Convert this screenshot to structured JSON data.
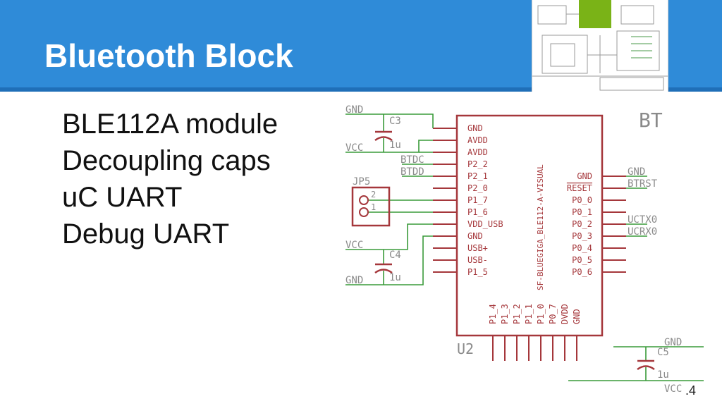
{
  "slide": {
    "title": "Bluetooth Block",
    "bullets": [
      "BLE112A module",
      "Decoupling caps",
      "uC UART",
      "Debug UART"
    ],
    "page_number": ".4"
  },
  "colors": {
    "header": "#2f8bd8",
    "header_rule": "#1f6fb8",
    "wire": "#3a9b3a",
    "part": "#a5373b",
    "label": "#8a8a8a",
    "thumb_accent": "#7ab317"
  },
  "schematic": {
    "module": {
      "name": "BT",
      "ref": "U2",
      "part": "SF-BLUEGIGA_BLE112-A-VISUAL",
      "left_pins": [
        "GND",
        "AVDD",
        "AVDD",
        "P2_2",
        "P2_1",
        "P2_0",
        "P1_7",
        "P1_6",
        "VDD_USB",
        "GND",
        "USB+",
        "USB-",
        "P1_5"
      ],
      "right_pins": [
        "GND",
        "RESET",
        "P0_0",
        "P0_1",
        "P0_2",
        "P0_3",
        "P0_4",
        "P0_5",
        "P0_6"
      ],
      "bottom_pins": [
        "P1_4",
        "P1_3",
        "P1_2",
        "P1_1",
        "P1_0",
        "P0_7",
        "DVDD",
        "GND"
      ]
    },
    "caps": [
      {
        "ref": "C3",
        "value": "1u",
        "top": "GND",
        "bottom": "VCC"
      },
      {
        "ref": "C4",
        "value": "1u",
        "top": "VCC",
        "bottom": "GND"
      },
      {
        "ref": "C5",
        "value": "1u",
        "top": "GND",
        "bottom": "VCC"
      }
    ],
    "connector": {
      "ref": "JP5",
      "pins": [
        "2",
        "1"
      ]
    },
    "nets_left": [
      "BTDC",
      "BTDD"
    ],
    "nets_right": [
      "GND",
      "BTRST",
      "UCTX0",
      "UCRX0"
    ]
  }
}
